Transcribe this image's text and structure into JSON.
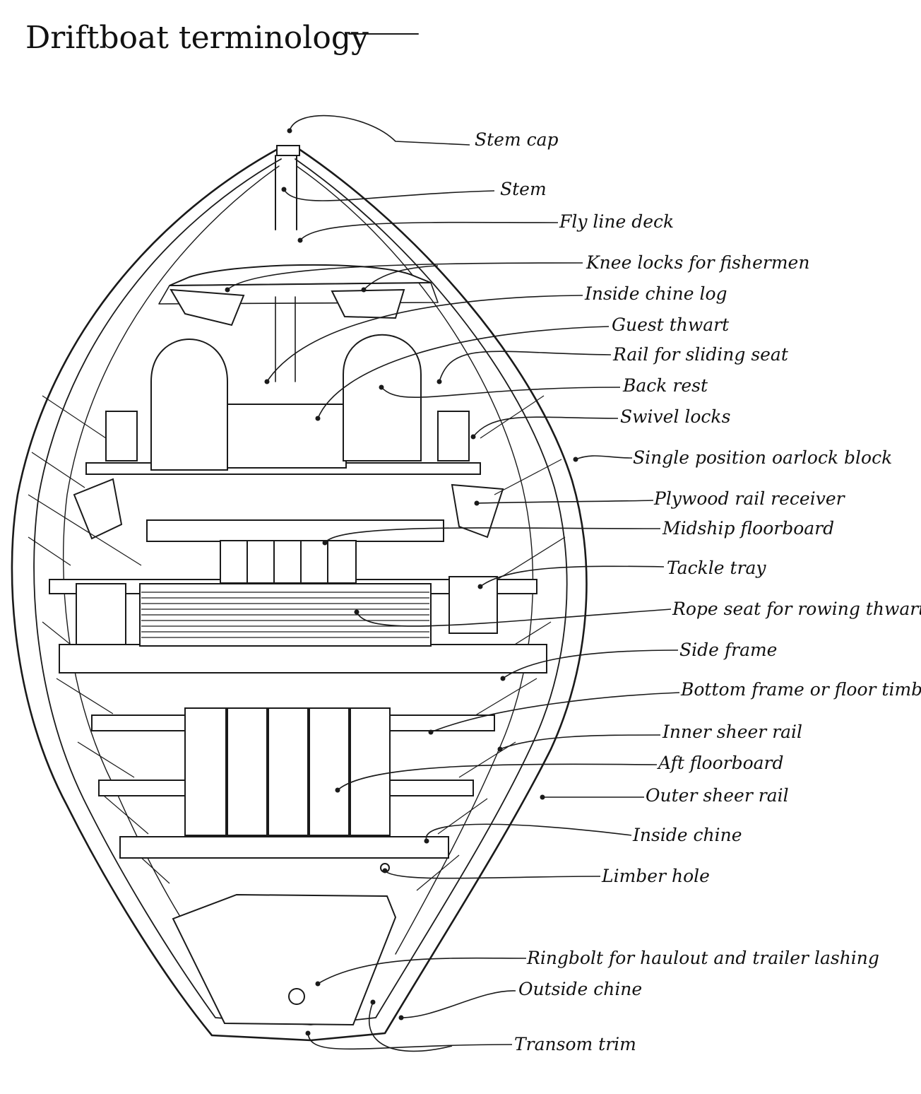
{
  "title": "Driftboat terminology",
  "labels": [
    "Stem cap",
    "Stem",
    "Fly line deck",
    "Knee locks for fishermen",
    "Inside chine log",
    "Guest thwart",
    "Rail for sliding seat",
    "Back rest",
    "Swivel locks",
    "Single position oarlock block",
    "Plywood rail receiver",
    "Midship floorboard",
    "Tackle tray",
    "Rope seat for rowing thwart",
    "Side frame",
    "Bottom frame or floor timber",
    "Inner sheer rail",
    "Aft floorboard",
    "Outer sheer rail",
    "Inside chine",
    "Limber hole",
    "Ringbolt for haulout and trailer lashing",
    "Outside chine",
    "Transom trim"
  ]
}
